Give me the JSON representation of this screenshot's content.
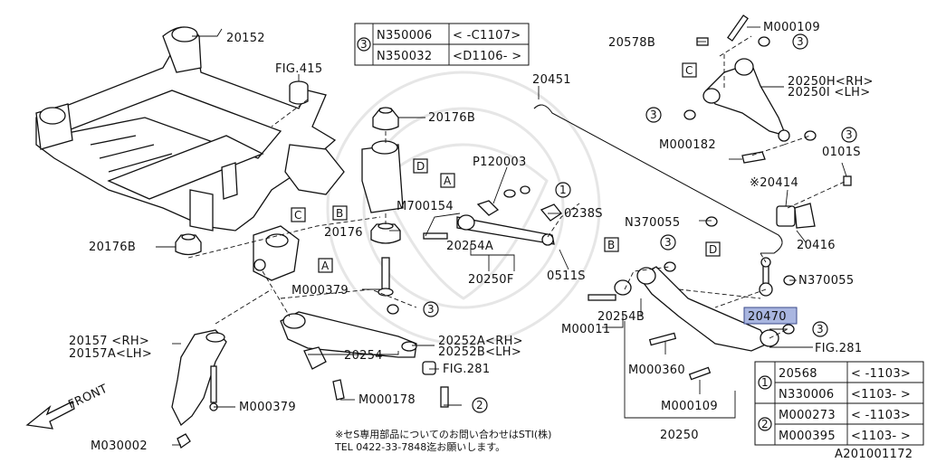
{
  "labels": {
    "p20152": "20152",
    "fig415": "FIG.415",
    "p20176b_top": "20176B",
    "p20176": "20176",
    "p20176b_left": "20176B",
    "m000379_a": "M000379",
    "m000379_b": "M000379",
    "p20157": "20157 <RH>",
    "p20157a": "20157A<LH>",
    "m030002": "M030002",
    "m700154": "M700154",
    "p120003": "P120003",
    "p0238s": "0238S",
    "p20254a": "20254A",
    "p20250f": "20250F",
    "p0511s": "0511S",
    "p20451": "20451",
    "p20578b": "20578B",
    "m000109_top": "M000109",
    "p20250h": "20250H<RH>",
    "p20250i": "20250I <LH>",
    "m000182": "M000182",
    "p0101s": "0101S",
    "p20414": "※20414",
    "p20416": "20416",
    "n370055_a": "N370055",
    "n370055_b": "N370055",
    "p20470": "20470",
    "fig281_a": "FIG.281",
    "fig281_b": "FIG.281",
    "p20254b": "20254B",
    "m00011": "M00011",
    "m000360": "M000360",
    "m000109_b": "M000109",
    "p20250": "20250",
    "p20254": "20254",
    "p20252a": "20252A<RH>",
    "p20252b": "20252B<LH>",
    "m000178": "M000178",
    "front": "FRONT",
    "diagram_id": "A201001172"
  },
  "callouts": {
    "c1": "1",
    "c2": "2",
    "c3": "3",
    "A": "A",
    "B": "B",
    "C": "C",
    "D": "D"
  },
  "table_top": {
    "marker": "3",
    "rows": [
      {
        "part": "N350006",
        "range": "< -C1107>"
      },
      {
        "part": "N350032",
        "range": "<D1106- >"
      }
    ]
  },
  "table_bottom": {
    "groups": [
      {
        "marker": "1",
        "rows": [
          {
            "part": "20568",
            "range": "< -1103>"
          },
          {
            "part": "N330006",
            "range": "<1103- >"
          }
        ]
      },
      {
        "marker": "2",
        "rows": [
          {
            "part": "M000273",
            "range": "< -1103>"
          },
          {
            "part": "M000395",
            "range": "<1103- >"
          }
        ]
      }
    ]
  },
  "note": {
    "line1": "※セS専用部品についてのお問い合わせはSTI(株)",
    "line2": "TEL 0422-33-7848迄お願いします。"
  },
  "colors": {
    "highlight": "#a9b6e0",
    "line": "#111111"
  }
}
